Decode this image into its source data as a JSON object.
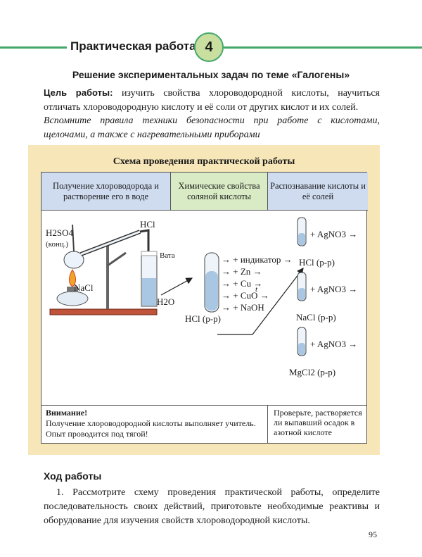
{
  "header": {
    "title": "Практическая работа",
    "number": "4"
  },
  "subtitle": "Решение экспериментальных задач по теме «Галогены»",
  "goal": {
    "label": "Цель работы:",
    "text": " изучить свойства хлороводородной кислоты, научиться отличать хлороводородную кислоту и её соли от других кислот и их солей."
  },
  "remember": "Вспомните правила техники безопасности при работе с кислотами, щелочами, а также с нагревательными приборами",
  "scheme": {
    "title": "Схема проведения практической работы",
    "columns": [
      "Получение хлороводорода и растворение его в воде",
      "Химические свойства соляной кислоты",
      "Распознавание кислоты и её солей"
    ],
    "apparatus": {
      "acid_label": "H2SO4",
      "acid_note": "(конц.)",
      "salt_label": "NaCl",
      "gas_label": "HCl",
      "cotton_label": "Вата",
      "water_label": "H2O",
      "solution_label": "HCl (р-р)"
    },
    "reactions": [
      "→ + индикатор →",
      "→ + Zn →",
      "→ + Cu →",
      "→ + CuO →",
      "→ + NaOH"
    ],
    "heat_mark": "t",
    "recognition": [
      {
        "reagent": "+ AgNO3 →",
        "sample": "HCl (р-р)"
      },
      {
        "reagent": "+ AgNO3 →",
        "sample": "NaCl (р-р)"
      },
      {
        "reagent": "+ AgNO3 →",
        "sample": "MgCl2 (р-р)"
      }
    ]
  },
  "warning": {
    "title": "Внимание!",
    "text": "Получение хлороводородной кислоты выполняет учитель. Опыт проводится под тягой!"
  },
  "check": "Проверьте, растворяется ли выпавший осадок в азотной кислоте",
  "steps": {
    "title": "Ход работы",
    "step1": "1. Рассмотрите схему проведения практической работы, определите последовательность своих действий, приготовьте необходимые реактивы и оборудование для изучения свойств хлороводородной кислоты."
  },
  "page_number": "95",
  "colors": {
    "accent_green": "#45a86a",
    "panel": "#f6e6b8",
    "col_blue": "#cfdcf0",
    "col_green": "#d8ebc4"
  }
}
